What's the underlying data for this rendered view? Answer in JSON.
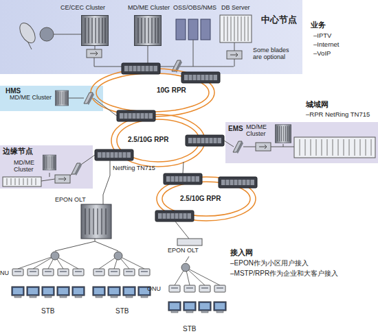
{
  "diagram": {
    "nodes": [
      {
        "text": [
          "中心节点"
        ]
      },
      {
        "text": [
          "CE/CEC Cluster"
        ],
        "in": 0
      },
      {
        "text": [
          "MD/ME Cluster"
        ],
        "in": 0
      },
      {
        "text": [
          "OSS/OBS/NMS"
        ],
        "in": 0
      },
      {
        "text": [
          "DB Server",
          "Some blades are optional"
        ],
        "in": 0
      },
      {
        "text": [
          "HMS"
        ]
      },
      {
        "text": [
          "MD/ME Cluster"
        ],
        "in": 5
      },
      {
        "text": [
          "EMS"
        ]
      },
      {
        "text": [
          "MD/ME Cluster"
        ],
        "in": 7
      },
      {
        "text": [
          "边缘节点"
        ]
      },
      {
        "text": [
          "MD/ME Cluster"
        ],
        "in": 9
      },
      {
        "text": [
          "NetRing TN715"
        ]
      },
      {
        "text": [
          "EPON OLT"
        ]
      },
      {
        "text": [
          "NU",
          "STB"
        ]
      },
      {
        "text": [
          "STB"
        ]
      },
      {
        "text": [
          "EPON OLT"
        ]
      },
      {
        "text": [
          "ONU",
          "STB"
        ]
      }
    ],
    "edges": [
      {
        "from": 11,
        "to": 12,
        "arrow": "none"
      },
      {
        "from": 12,
        "to": 13,
        "arrow": "none"
      },
      {
        "from": 12,
        "to": 14,
        "arrow": "none"
      },
      {
        "from": 15,
        "to": 16,
        "arrow": "none"
      }
    ],
    "labels": [
      "业务",
      "–IPTV",
      "–Internet",
      "–VoIP",
      "10G RPR",
      "2.5/10G RPR",
      "城域网",
      "–RPR NetRing TN715",
      "2.5/10G RPR",
      "接入网",
      "–EPON作为小区用户接入",
      "–MSTP/RPR作为企业和大客户接入"
    ]
  }
}
